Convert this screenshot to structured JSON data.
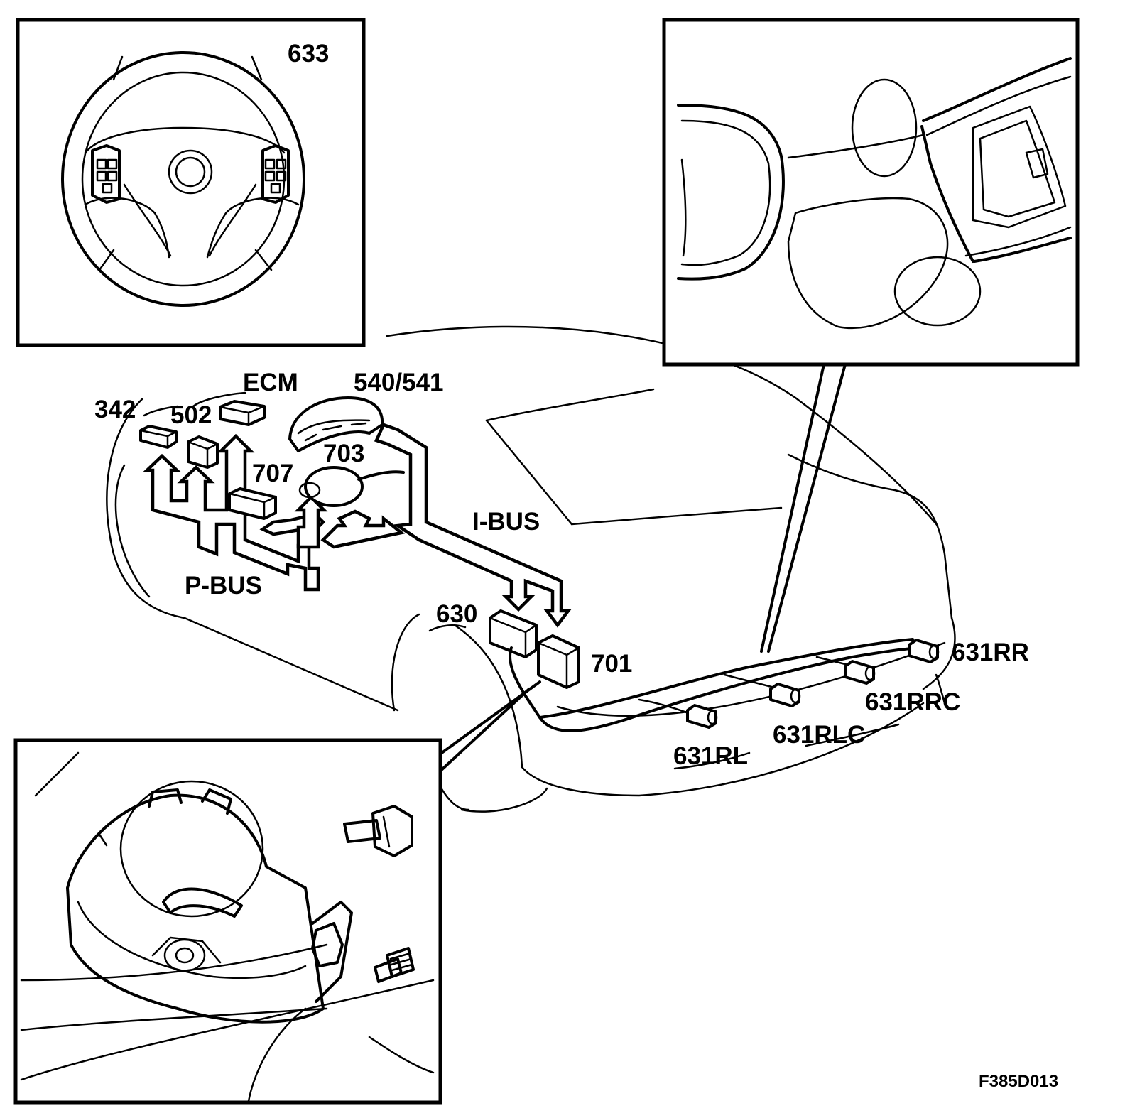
{
  "diagram": {
    "labels": {
      "steering_wheel": "633",
      "ecm": "ECM",
      "instrument_cluster": "540/541",
      "module_342": "342",
      "module_502": "502",
      "module_707": "707",
      "module_703": "703",
      "p_bus": "P-BUS",
      "i_bus": "I-BUS",
      "module_630": "630",
      "module_701": "701",
      "sensor_rr": "631RR",
      "sensor_rrc": "631RRC",
      "sensor_rlc": "631RLC",
      "sensor_rl": "631RL",
      "figure_id": "F385D013"
    }
  }
}
